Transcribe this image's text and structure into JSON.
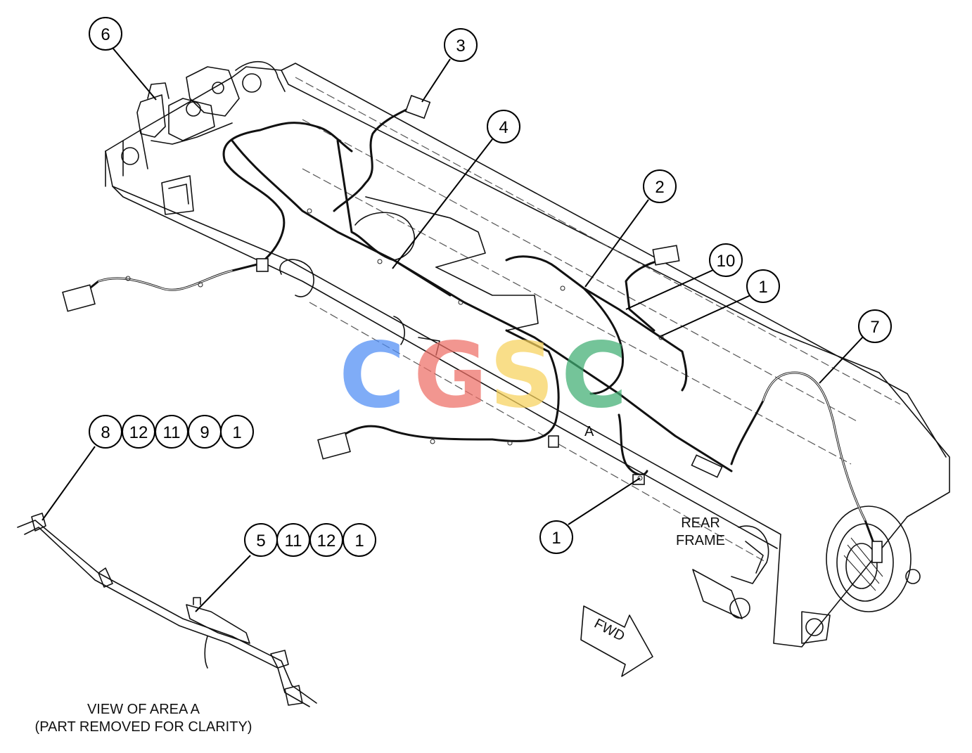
{
  "callouts": {
    "c6": "6",
    "c3": "3",
    "c4": "4",
    "c2": "2",
    "c10": "10",
    "c1_right": "1",
    "c7": "7",
    "c1_bottom": "1",
    "group_a": [
      "8",
      "12",
      "11",
      "9",
      "1"
    ],
    "group_b": [
      "5",
      "11",
      "12",
      "1"
    ]
  },
  "labels": {
    "area_marker": "A",
    "rear_frame_1": "REAR",
    "rear_frame_2": "FRAME",
    "fwd": "FWD",
    "view_title": "VIEW OF AREA A",
    "view_subtitle": "(PART REMOVED FOR CLARITY)"
  },
  "watermark": {
    "letters": [
      "C",
      "G",
      "S",
      "C"
    ],
    "colors": [
      "#4f8df5",
      "#ee6f66",
      "#f7d25c",
      "#3fae72"
    ]
  }
}
